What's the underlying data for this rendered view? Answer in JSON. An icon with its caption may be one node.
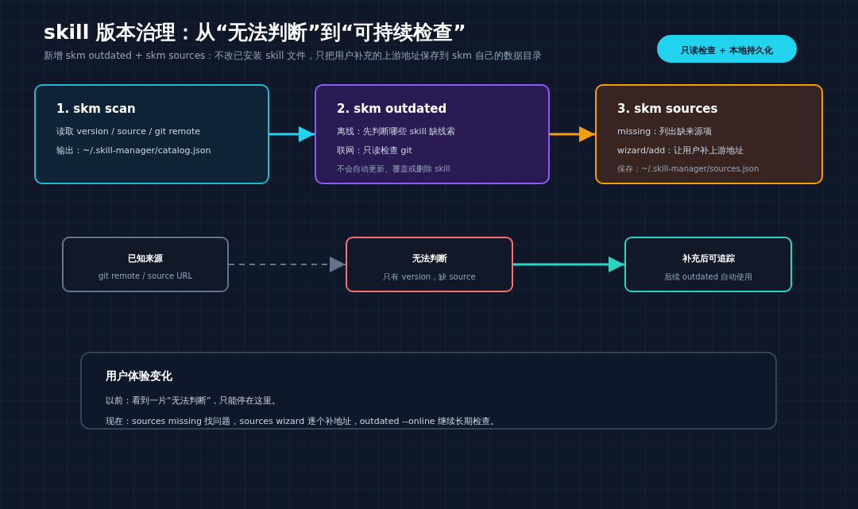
{
  "diagram": {
    "title": "skill 版本治理：从“无法判断”到“可持续检查”",
    "nodes": [
      {
        "text": [
          "1. skm scan",
          "读取 version / source / git remote",
          "输出：~/.skill-manager/catalog.json"
        ]
      },
      {
        "text": [
          "2. skm outdated",
          "离线：先判断哪些 skill 缺线索",
          "联网：只读检查 git",
          "不会自动更新、覆盖或删除 skill"
        ]
      },
      {
        "text": [
          "3. skm sources",
          "missing：列出缺来源项",
          "wizard/add：让用户补上游地址",
          "保存：~/.skill-manager/sources.json"
        ]
      },
      {
        "text": [
          "已知来源",
          "git remote / source URL"
        ]
      },
      {
        "text": [
          "无法判断",
          "只有 version，缺 source"
        ]
      },
      {
        "text": [
          "补充后可追踪",
          "后续 outdated 自动使用"
        ]
      },
      {
        "text": [
          "用户体验变化",
          "以前：看到一片“无法判断”，只能停在这里。",
          "现在：sources missing 找问题，sources wizard 逐个补地址，outdated --online 继续长期检查。"
        ]
      },
      {
        "text": [
          "只读检查 + 本地持久化"
        ]
      }
    ],
    "edges": [
      {
        "from": 0,
        "to": 1,
        "arrow": "to"
      },
      {
        "from": 1,
        "to": 2,
        "arrow": "to",
        "color": "#f59e0b"
      },
      {
        "from": 3,
        "to": 4,
        "arrow": "to",
        "style": "dashed",
        "color": "#64748b"
      },
      {
        "from": 4,
        "to": 5,
        "arrow": "to",
        "color": "#2dd4bf"
      }
    ],
    "labels": [
      "新增 skm outdated + skm sources：不改已安装 skill 文件，只把用户补充的上游地址保存到 skm 自己的数据目录"
    ]
  }
}
